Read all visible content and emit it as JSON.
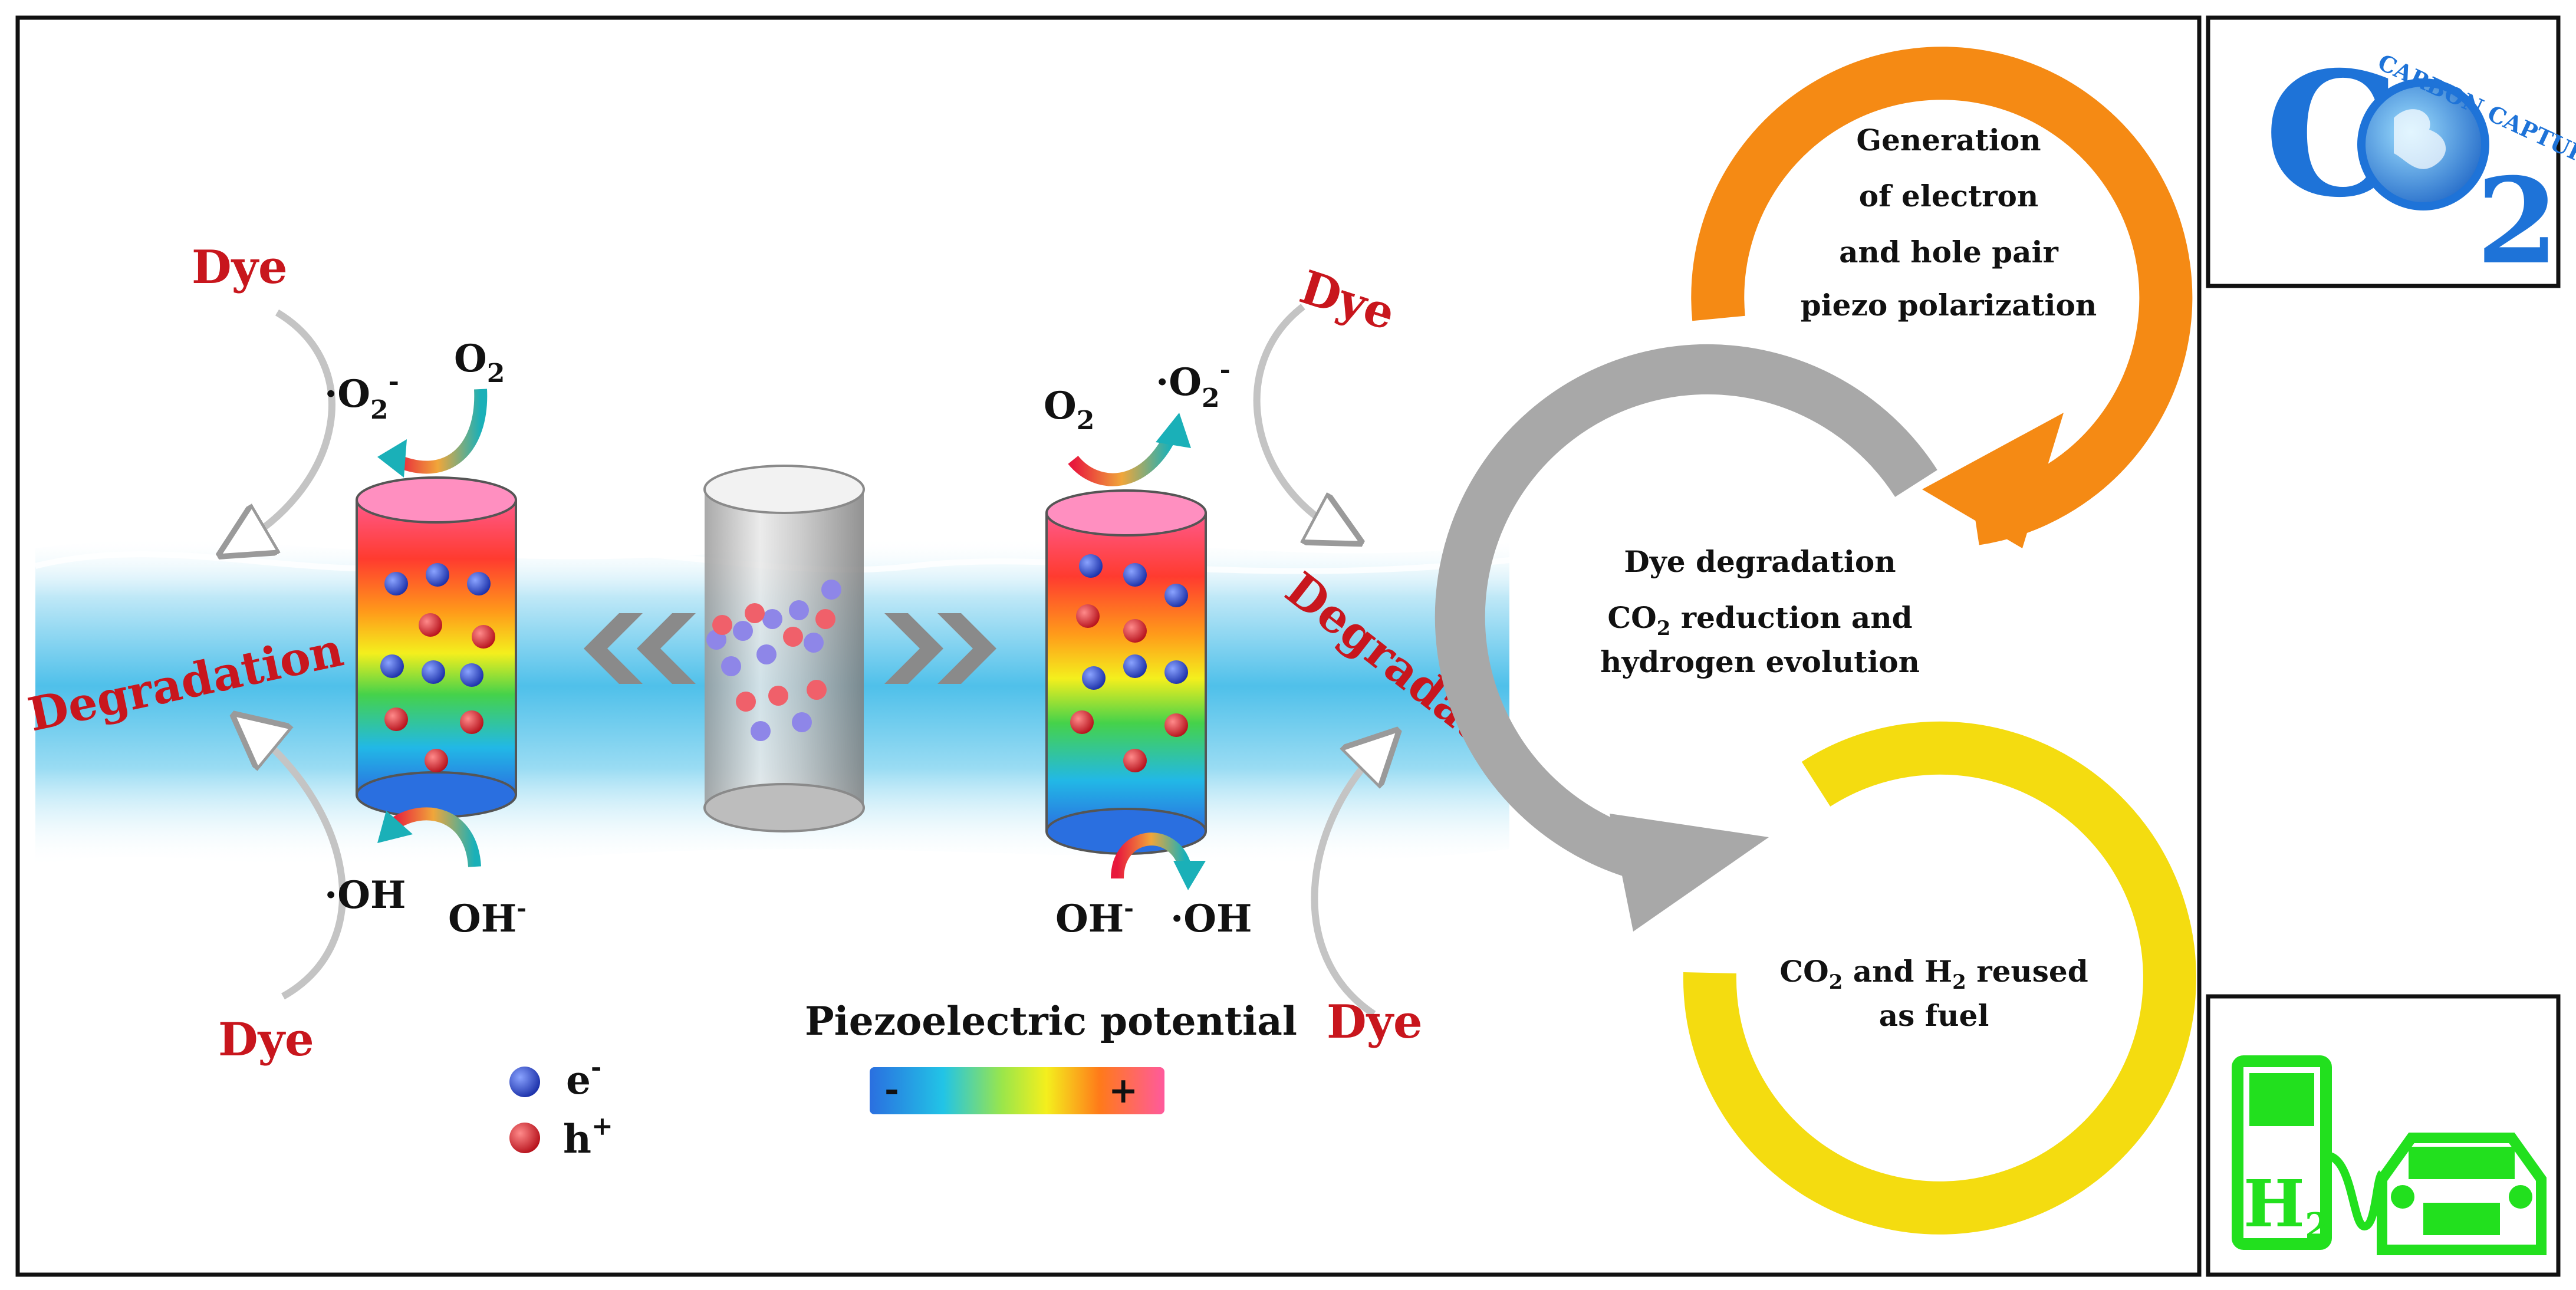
{
  "colors": {
    "frame": "#111111",
    "dye_text": "#c8161d",
    "electron": "#1f3fbf",
    "hole": "#d4161c",
    "water": "#5fc4ea",
    "cycle_orange": "#f58a14",
    "cycle_gray": "#a8a8a8",
    "cycle_yellow": "#f4dc10",
    "co2_logo_blue": "#1e73d8",
    "h2_icon_green": "#22e01e"
  },
  "left_panel": {
    "dye_top": "Dye",
    "dye_bottom": "Dye",
    "degradation": "Degradation",
    "superoxide": "·O",
    "superoxide_sub": "2",
    "superoxide_sup": "-",
    "oxygen": "O",
    "oxygen_sub": "2",
    "hydroxyl_radical": "·OH",
    "hydroxide": "OH",
    "hydroxide_sup": "-"
  },
  "right_panel": {
    "dye_top": "Dye",
    "dye_bottom": "Dye",
    "degradation": "Degradation",
    "superoxide": "·O",
    "superoxide_sub": "2",
    "superoxide_sup": "-",
    "oxygen": "O",
    "oxygen_sub": "2",
    "hydroxyl_radical": "·OH",
    "hydroxide": "OH",
    "hydroxide_sup": "-"
  },
  "legend": {
    "electron_label": "e",
    "electron_sup": "-",
    "hole_label": "h",
    "hole_sup": "+",
    "piezo_title": "Piezoelectric potential",
    "minus": "-",
    "plus": "+"
  },
  "cycle": {
    "step1": [
      "Generation",
      "of electron",
      "and hole pair",
      "piezo polarization"
    ],
    "step2_line1": "Dye degradation",
    "step2_line2_a": "CO",
    "step2_line2_sub": "2",
    "step2_line2_b": " reduction and",
    "step2_line3": "hydrogen evolution",
    "step3_line1_a": "CO",
    "step3_line1_sub": "2",
    "step3_line1_b": " and H",
    "step3_line1_sub2": "2",
    "step3_line1_c": " reused",
    "step3_line2": "as fuel"
  },
  "co2_logo": {
    "letter_c": "C",
    "letter_o": "O",
    "subscript": "2",
    "arc_text": "CARBON CAPTURE"
  },
  "h2_icon": {
    "label": "H",
    "label_sub": "2"
  }
}
